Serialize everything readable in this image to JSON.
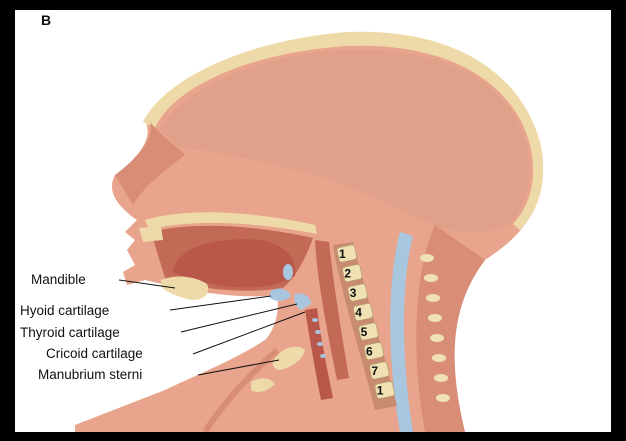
{
  "panel_letter": "B",
  "labels": [
    {
      "key": "mandible",
      "text": "Mandible"
    },
    {
      "key": "hyoid",
      "text": "Hyoid cartilage"
    },
    {
      "key": "thyroid",
      "text": "Thyroid cartilage"
    },
    {
      "key": "cricoid",
      "text": "Cricoid cartilage"
    },
    {
      "key": "manubrium",
      "text": "Manubrium sterni"
    }
  ],
  "vertebra_numbers": [
    "1",
    "2",
    "3",
    "4",
    "5",
    "6",
    "7",
    "1"
  ],
  "colors": {
    "frame": "#000000",
    "background": "#ffffff",
    "skin": "#e8a48c",
    "skin_dark": "#d98d77",
    "skull_bone": "#eed9a8",
    "brain_area": "#e0a08a",
    "spinal_cord": "#a9c6df",
    "vertebra": "#efe1b4",
    "airway": "#c26a55",
    "tongue": "#b8574a"
  }
}
